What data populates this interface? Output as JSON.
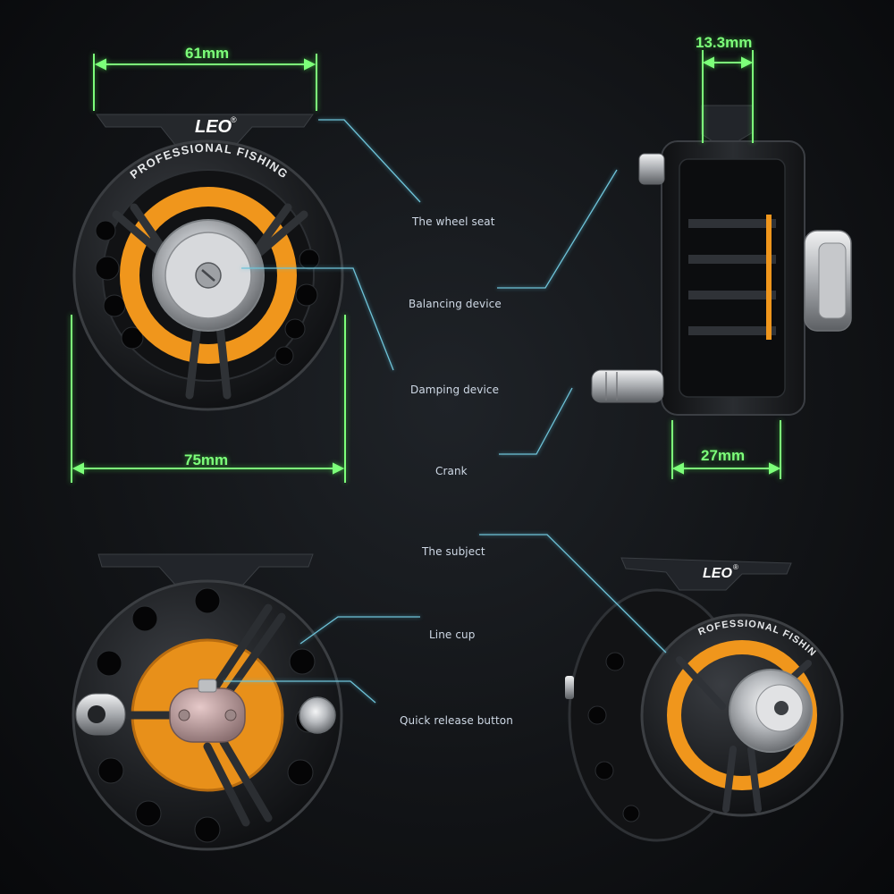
{
  "brand": {
    "logo_text": "LEO",
    "registered_mark": "®",
    "arc_text": "PROFESSIONAL FISHING"
  },
  "dimensions": {
    "top_width": "61mm",
    "diameter": "75mm",
    "foot_width": "13.3mm",
    "spool_width": "27mm"
  },
  "callouts": {
    "wheel_seat": "The wheel seat",
    "balancing_device": "Balancing device",
    "damping_device": "Damping device",
    "crank": "Crank",
    "subject": "The subject",
    "line_cup": "Line cup",
    "quick_release": "Quick release button"
  },
  "colors": {
    "dimension_green": "#7dff7a",
    "leader_cyan": "#6fc3d8",
    "reel_body": "#1a1c1f",
    "accent_orange": "#f0961c",
    "chrome": "#c9ccd0"
  }
}
